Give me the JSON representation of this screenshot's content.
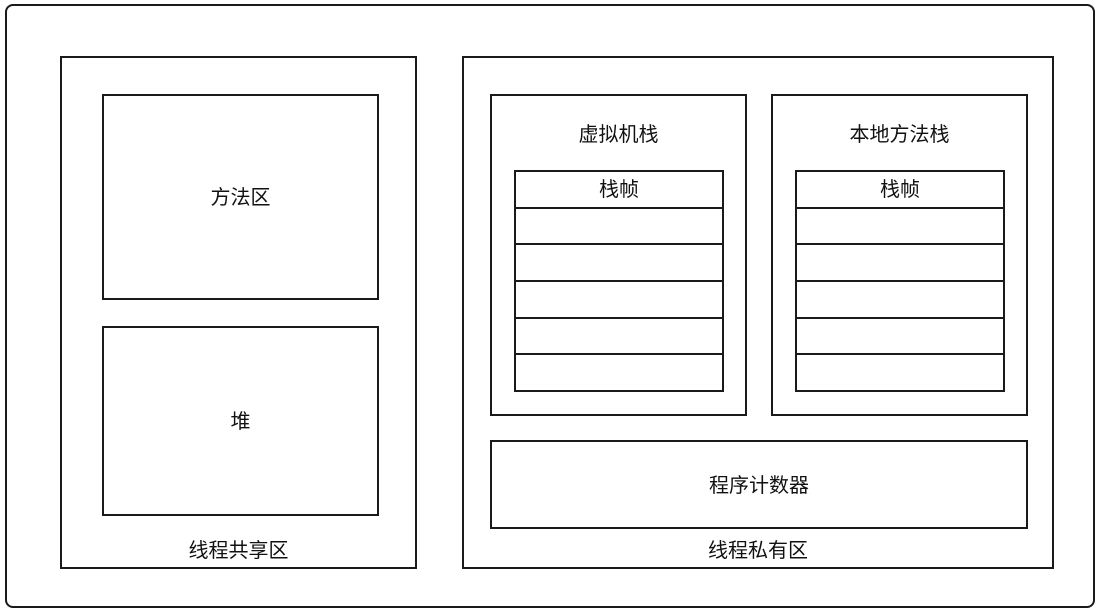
{
  "diagram": {
    "shared_area": {
      "label": "线程共享区",
      "method_area": "方法区",
      "heap": "堆"
    },
    "private_area": {
      "label": "线程私有区",
      "vm_stack": {
        "title": "虚拟机栈",
        "frame_label": "栈帧"
      },
      "native_method_stack": {
        "title": "本地方法栈",
        "frame_label": "栈帧"
      },
      "program_counter": "程序计数器"
    }
  }
}
